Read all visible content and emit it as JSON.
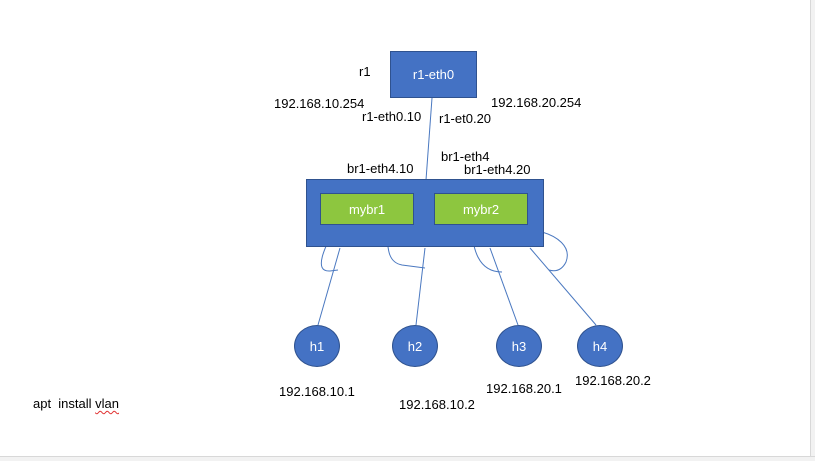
{
  "router": {
    "name": "r1",
    "iface": "r1-eth0",
    "ip_left": "192.168.10.254",
    "ip_right": "192.168.20.254",
    "sub_left": "r1-eth0.10",
    "sub_right": "r1-et0.20"
  },
  "switch": {
    "label_left": "br1-eth4.10",
    "label_top": "br1-eth4",
    "label_right": "br1-eth4.20",
    "bridges": [
      "mybr1",
      "mybr2"
    ]
  },
  "hosts": [
    {
      "name": "h1",
      "ip": "192.168.10.1"
    },
    {
      "name": "h2",
      "ip": "192.168.10.2"
    },
    {
      "name": "h3",
      "ip": "192.168.20.1"
    },
    {
      "name": "h4",
      "ip": "192.168.20.2"
    }
  ],
  "note": {
    "cmd": "apt  install ",
    "pkg": "vlan"
  },
  "colors": {
    "node_fill": "#4472c4",
    "node_border": "#2f528f",
    "bridge_fill": "#8dc63f",
    "wire": "#4a78c0",
    "spell_underline": "#e03030"
  }
}
